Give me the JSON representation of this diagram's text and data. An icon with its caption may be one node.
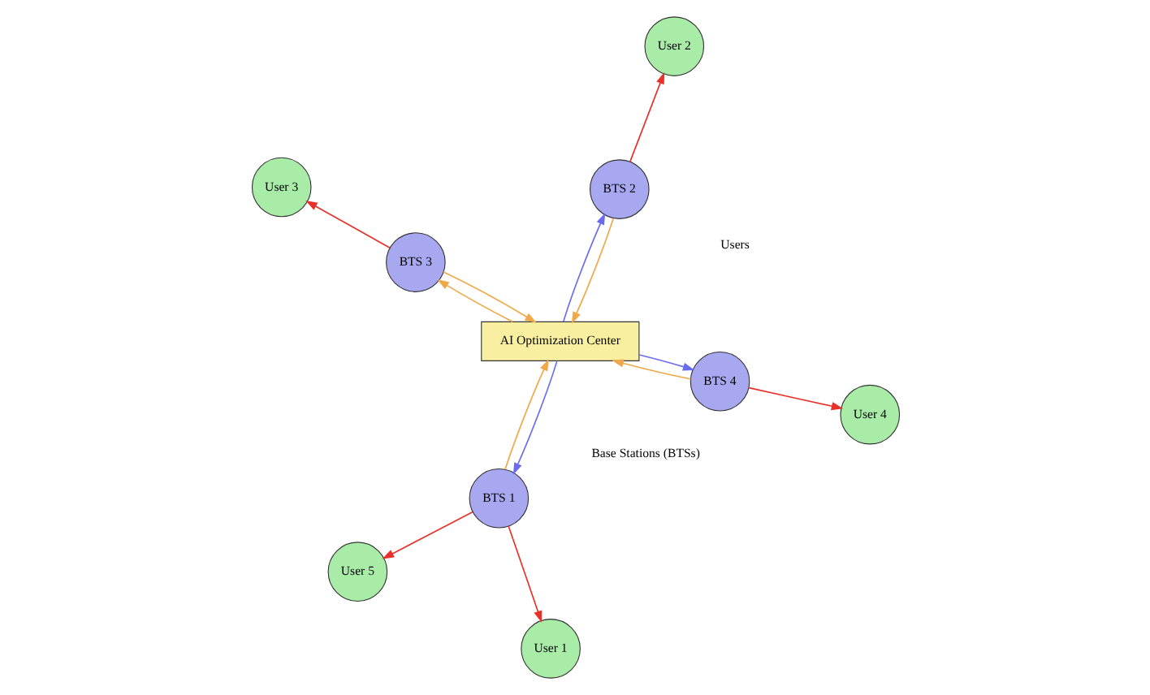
{
  "diagram": {
    "nodes": [
      {
        "text": [
          "User 5"
        ]
      },
      {
        "text": [
          "User 2"
        ]
      },
      {
        "text": [
          "User 1"
        ]
      },
      {
        "text": [
          "BTS 2"
        ]
      },
      {
        "text": [
          "BTS 1"
        ]
      },
      {
        "text": [
          "AI Optimization Center"
        ]
      },
      {
        "text": [
          "User 3"
        ]
      },
      {
        "text": [
          "BTS 4"
        ]
      },
      {
        "text": [
          "BTS 3"
        ]
      },
      {
        "text": [
          "User 4"
        ]
      }
    ],
    "edges": [
      {
        "from": 4,
        "to": 2,
        "arrow": "to"
      },
      {
        "from": 4,
        "to": 0,
        "arrow": "to"
      },
      {
        "from": 3,
        "to": 1,
        "arrow": "to"
      },
      {
        "from": 8,
        "to": 6,
        "arrow": "to"
      },
      {
        "from": 7,
        "to": 9,
        "arrow": "to"
      },
      {
        "from": 5,
        "to": 4,
        "arrow": "to",
        "color": "#6b6bf0"
      },
      {
        "from": 4,
        "to": 5,
        "arrow": "to",
        "color": "#f0a848"
      },
      {
        "from": 5,
        "to": 3,
        "arrow": "to",
        "color": "#6b6bf0"
      },
      {
        "from": 3,
        "to": 5,
        "arrow": "to",
        "color": "#f0a848"
      },
      {
        "from": 5,
        "to": 8,
        "arrow": "to",
        "color": "#f0a848"
      },
      {
        "from": 8,
        "to": 5,
        "arrow": "to",
        "color": "#f0a848"
      },
      {
        "from": 5,
        "to": 7,
        "arrow": "to",
        "color": "#6b6bf0"
      },
      {
        "from": 7,
        "to": 5,
        "arrow": "to",
        "color": "#f0a848"
      }
    ],
    "labels": [
      "Users",
      "Base Stations (BTSs)"
    ]
  }
}
